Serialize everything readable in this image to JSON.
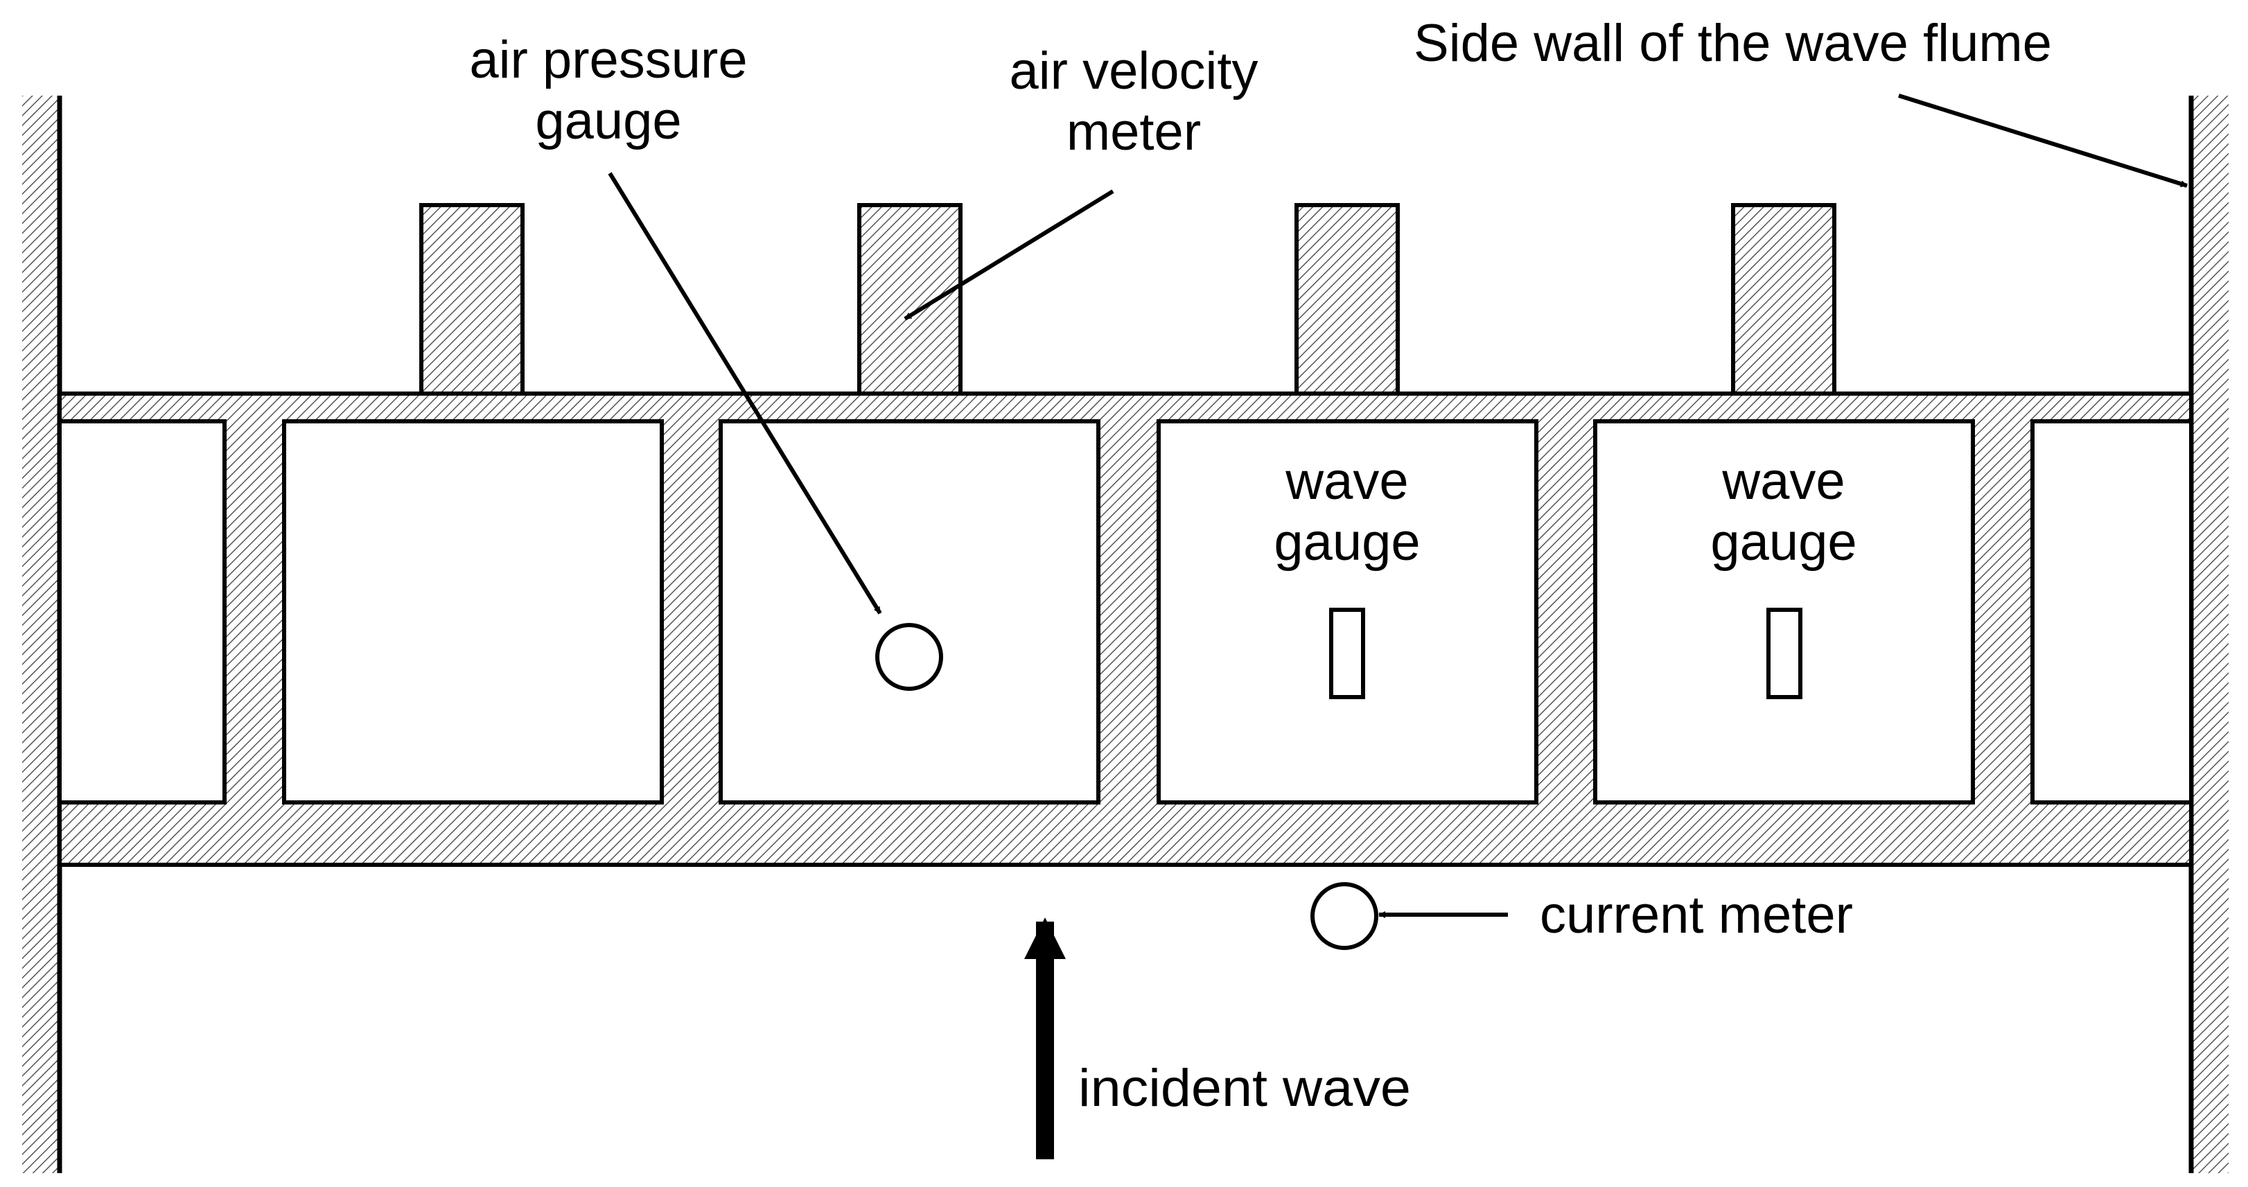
{
  "labels": {
    "side_wall": "Side wall of the wave flume",
    "air_pressure_line1": "air pressure",
    "air_pressure_line2": "gauge",
    "air_velocity_line1": "air velocity",
    "air_velocity_line2": "meter",
    "wave_gauge_1_line1": "wave",
    "wave_gauge_1_line2": "gauge",
    "wave_gauge_2_line1": "wave",
    "wave_gauge_2_line2": "gauge",
    "current_meter": "current meter",
    "incident_wave": "incident wave"
  },
  "colors": {
    "line": "#000000",
    "hatch": "#555555",
    "background": "#ffffff"
  }
}
